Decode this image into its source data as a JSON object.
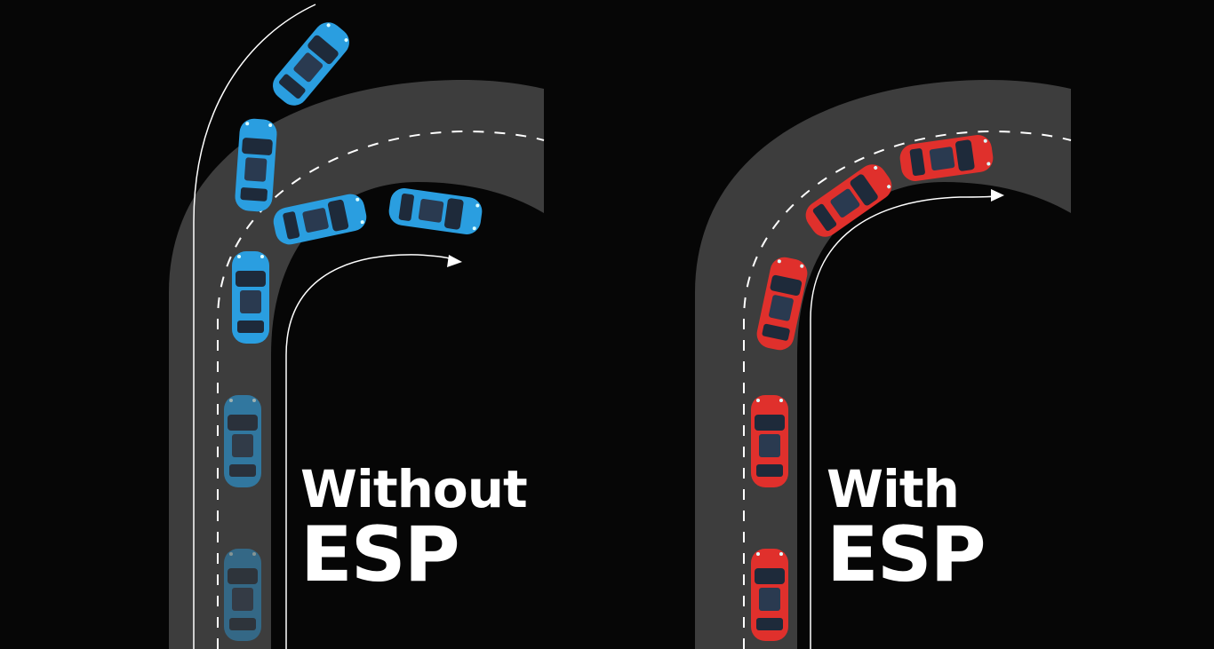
{
  "colors": {
    "background": "#060606",
    "road": "#3d3d3d",
    "car_without_esp": "#2a9ee0",
    "car_with_esp": "#e0302c",
    "lines": "#ffffff"
  },
  "panels": [
    {
      "title_line1": "Without",
      "title_line2": "ESP"
    },
    {
      "title_line1": "With",
      "title_line2": "ESP"
    }
  ]
}
